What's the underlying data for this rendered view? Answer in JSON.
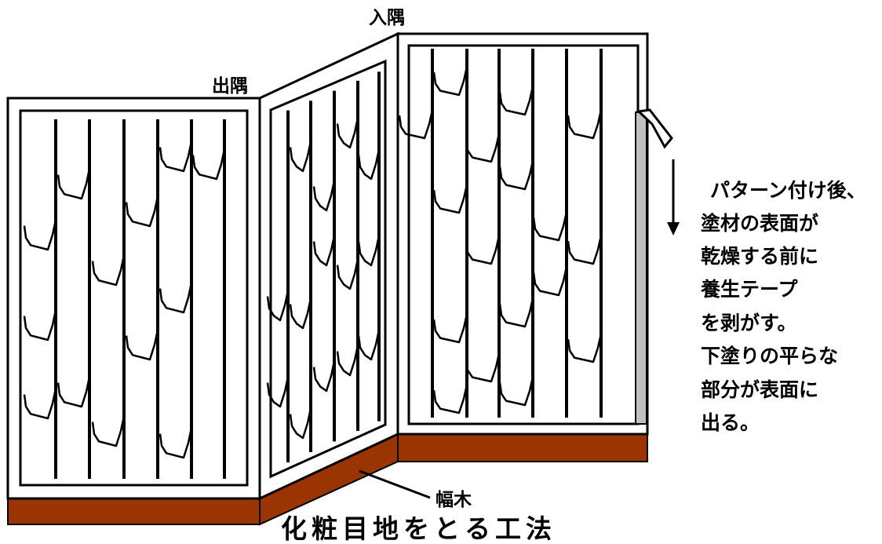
{
  "labels": {
    "inner_corner": "入隅",
    "outer_corner": "出隅",
    "baseboard": "幅木"
  },
  "title": "化粧目地をとる工法",
  "note_lines": [
    "パターン付け後、",
    "塗材の表面が",
    "乾燥する前に",
    "養生テープ",
    "を剥がす。",
    "下塗りの平らな",
    "部分が表面に",
    "出る。"
  ],
  "colors": {
    "baseboard": "#9a3400",
    "tape": "#c0c0c0",
    "line": "#000000",
    "background": "#ffffff"
  },
  "icons": [
    "down-arrow-icon",
    "tape-roll-icon"
  ]
}
